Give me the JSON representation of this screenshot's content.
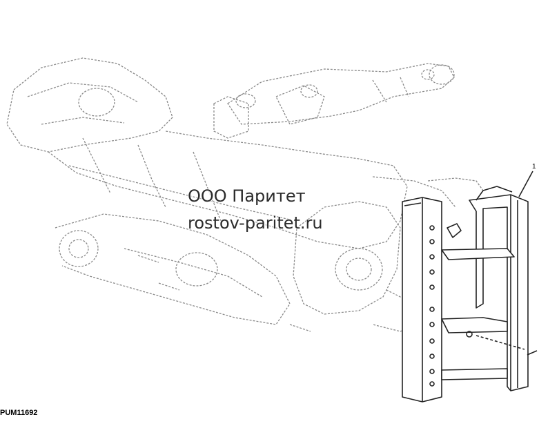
{
  "watermark": {
    "company": "ООО Паритет",
    "url": "rostov-paritet.ru"
  },
  "figure_code": "PUM11692",
  "callouts": [
    "1"
  ],
  "colors": {
    "line": "#222222",
    "ghost": "#9a9a9a",
    "background": "#ffffff"
  }
}
